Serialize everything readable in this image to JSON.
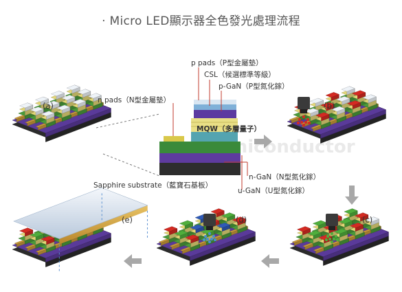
{
  "title": "· Micro LED顯示器全色發光處理流程",
  "watermark": "semiconductor",
  "steps": {
    "a": "(a)",
    "b": "(b)",
    "c": "(c)",
    "d": "(d)",
    "e": "(e)"
  },
  "layers": {
    "p_pads": "p pads（P型金屬墊）",
    "csl": "CSL（候選標準等級）",
    "p_gan": "p-GaN（P型氮化鎵）",
    "n_pads": "n pads（N型金屬墊）",
    "mqw": "MQW（多層量子）",
    "sapphire": "Sapphire substrate（藍寶石基板）",
    "n_gan": "n-GaN（N型氮化鎵）",
    "u_gan": "u-GaN（U型氮化鎵）"
  },
  "colors": {
    "red": "#d42a22",
    "green": "#4fae3c",
    "blue": "#2f5bb8",
    "white": "#eef3f8",
    "purple": "#5a3a9a",
    "substrate": "#2b2b2b",
    "arrow": "#a8a8a8",
    "leader": "#c0392b"
  }
}
